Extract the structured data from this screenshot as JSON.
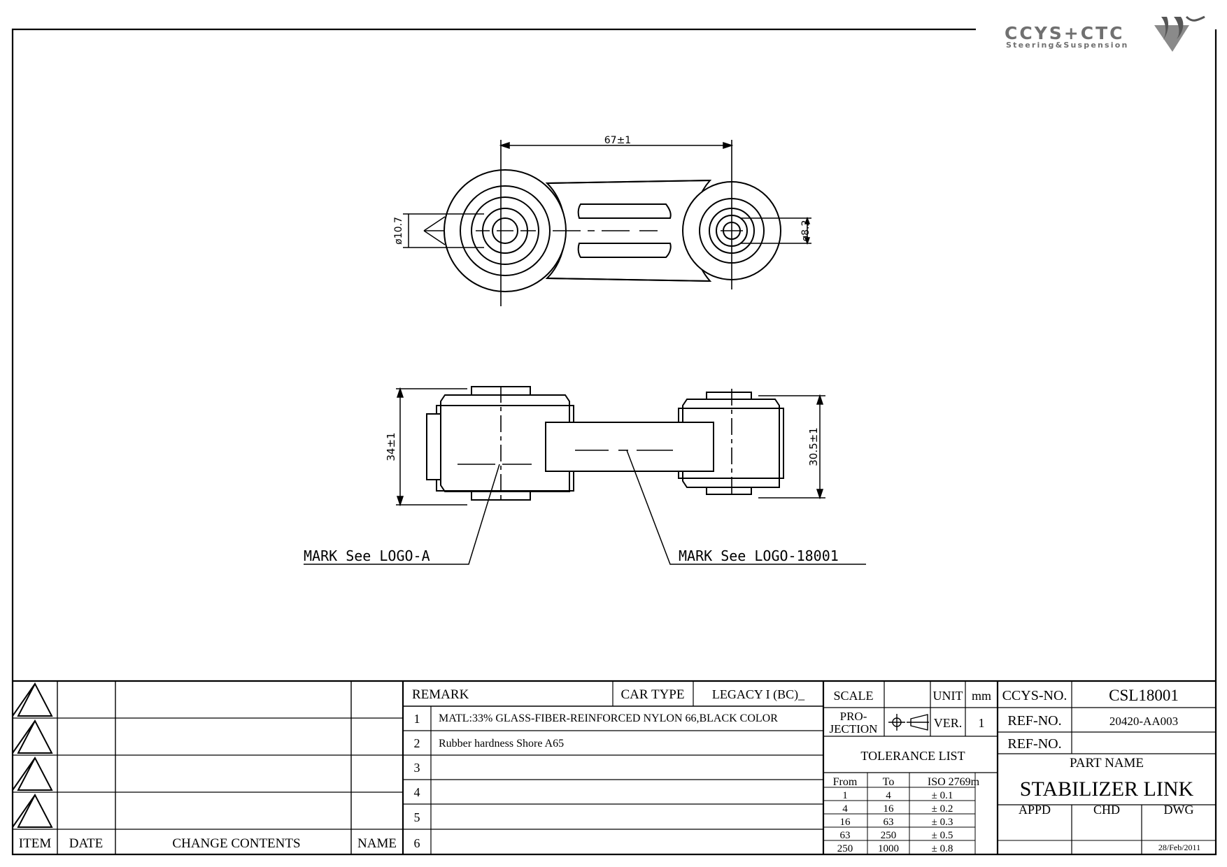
{
  "logo": {
    "name": "CCYS+CTC",
    "tagline": "Steering&Suspension",
    "emblem": "cc-wing-icon"
  },
  "drawing": {
    "top_view": {
      "dim_length": "67±1",
      "dim_left_dia": "ø10.7",
      "dim_right_dia": "ø8.2"
    },
    "side_view": {
      "dim_left_height": "34±1",
      "dim_right_height": "30.5±1"
    },
    "mark_a": "MARK See LOGO-A",
    "mark_b": "MARK See LOGO-18001"
  },
  "revision": {
    "rows": [
      {
        "date": "",
        "contents": "",
        "name": ""
      },
      {
        "date": "",
        "contents": "",
        "name": ""
      },
      {
        "date": "",
        "contents": "",
        "name": ""
      },
      {
        "date": "",
        "contents": "",
        "name": ""
      }
    ],
    "headers": {
      "item": "ITEM",
      "date": "DATE",
      "contents": "CHANGE CONTENTS",
      "name": "NAME"
    }
  },
  "remarks": {
    "header": "REMARK",
    "car_type_label": "CAR TYPE",
    "car_type_value": "LEGACY I (BC)_",
    "items": [
      {
        "no": "1",
        "text": "MATL:33% GLASS-FIBER-REINFORCED NYLON 66,BLACK COLOR"
      },
      {
        "no": "2",
        "text": "Rubber hardness Shore A65"
      },
      {
        "no": "3",
        "text": ""
      },
      {
        "no": "4",
        "text": ""
      },
      {
        "no": "5",
        "text": ""
      },
      {
        "no": "6",
        "text": ""
      }
    ]
  },
  "tolerance": {
    "scale_label": "SCALE",
    "scale_value": "",
    "unit_label": "UNIT",
    "unit_value": "mm",
    "projection_label_1": "PRO-",
    "projection_label_2": "JECTION",
    "projection_icon": "first-angle-projection-icon",
    "ver_label": "VER.",
    "ver_value": "1",
    "list_title": "TOLERANCE LIST",
    "col_from": "From",
    "col_to": "To",
    "col_iso": "ISO 2769m",
    "rows": [
      {
        "from": "1",
        "to": "4",
        "tol": "± 0.1"
      },
      {
        "from": "4",
        "to": "16",
        "tol": "± 0.2"
      },
      {
        "from": "16",
        "to": "63",
        "tol": "± 0.3"
      },
      {
        "from": "63",
        "to": "250",
        "tol": "± 0.5"
      },
      {
        "from": "250",
        "to": "1000",
        "tol": "± 0.8"
      }
    ]
  },
  "title_block": {
    "ccys_no_label": "CCYS-NO.",
    "ccys_no_value": "CSL18001",
    "ref_no_label": "REF-NO.",
    "ref_no_value": "20420-AA003",
    "ref_no2_label": "REF-NO.",
    "ref_no2_value": "",
    "part_name_label": "PART NAME",
    "part_name_value": "STABILIZER LINK",
    "appd_label": "APPD",
    "chd_label": "CHD",
    "dwg_label": "DWG",
    "date": "28/Feb/2011"
  }
}
